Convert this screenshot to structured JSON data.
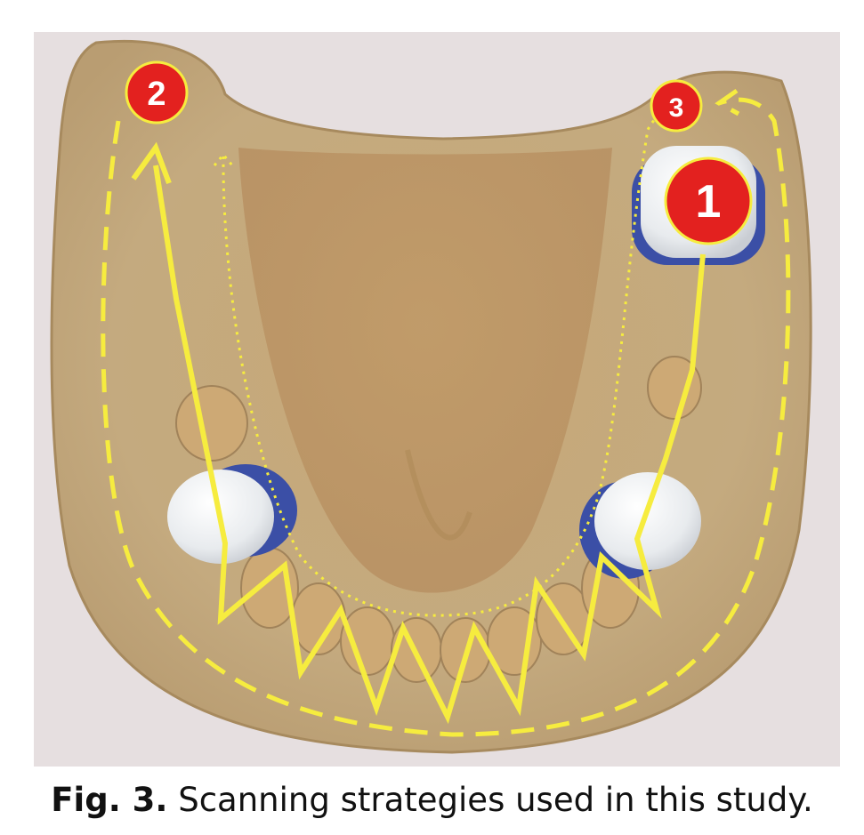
{
  "figure": {
    "caption_label": "Fig. 3.",
    "caption_text": "Scanning strategies used in this study.",
    "markers": [
      {
        "label": "1",
        "meaning": "start of scanning strategy 1"
      },
      {
        "label": "2",
        "meaning": "end of scanning strategy 2"
      },
      {
        "label": "3",
        "meaning": "end of scanning strategy 3"
      }
    ],
    "colors": {
      "path": "#f6ec3f",
      "badge": "#e3211f",
      "cast": "#c8ac7d",
      "cloth": "#e6dfe0",
      "crown": "#eef0f2",
      "abutment": "#3b4fa6"
    }
  }
}
